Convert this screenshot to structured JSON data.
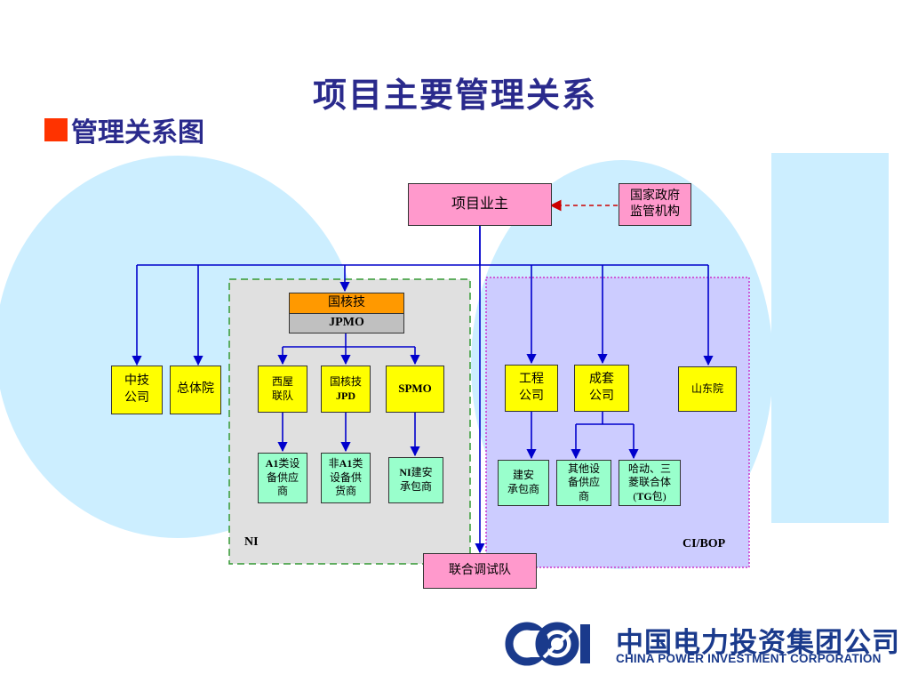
{
  "title": "项目主要管理关系",
  "section": {
    "heading": "管理关系图"
  },
  "colors": {
    "title": "#2a2a8c",
    "bullet": "#ff3300",
    "ni_region": "#e0e0e0",
    "ci_region": "#ccccff",
    "arrow": "#0000cc",
    "dashed_arrow": "#cc0000",
    "pink_box": "#ff99cc",
    "yellow_box": "#ffff00",
    "green_box": "#99ffcc",
    "background_shape": "#cceeff"
  },
  "regions": {
    "ni_label": "NI",
    "ci_label": "CI/BOP"
  },
  "nodes": {
    "owner": "项目业主",
    "gov_line1": "国家政府",
    "gov_line2": "监管机构",
    "zhongji_line1": "中技",
    "zhongji_line2": "公司",
    "zongtiyuan": "总体院",
    "guoheji_top": "国核技",
    "jpmo": "JPMO",
    "xiwu_line1": "西屋",
    "xiwu_line2": "联队",
    "jpd_line1": "国核技",
    "jpd_line2": "JPD",
    "spmo": "SPMO",
    "a1_part1": "A1",
    "a1_part2": "类设",
    "a1_line2": "备供应",
    "a1_line3": "商",
    "nona1_part1": "非",
    "nona1_part2": "A1",
    "nona1_part3": "类",
    "nona1_line2": "设备供",
    "nona1_line3": "货商",
    "ni_con_part1": "NI",
    "ni_con_part2": "建安",
    "ni_con_line2": "承包商",
    "gongcheng_line1": "工程",
    "gongcheng_line2": "公司",
    "chengtao_line1": "成套",
    "chengtao_line2": "公司",
    "shandong": "山东院",
    "jianan_line1": "建安",
    "jianan_line2": "承包商",
    "other_line1": "其他设",
    "other_line2": "备供应",
    "other_line3": "商",
    "hadong_line1": "哈动、三",
    "hadong_line2": "菱联合体",
    "hadong_part1": "(",
    "hadong_part2": "TG",
    "hadong_part3": "包)",
    "commissioning": "联合调试队"
  },
  "logo": {
    "cn": "中国电力投资集团公司",
    "en": "CHINA POWER INVESTMENT CORPORATION"
  }
}
